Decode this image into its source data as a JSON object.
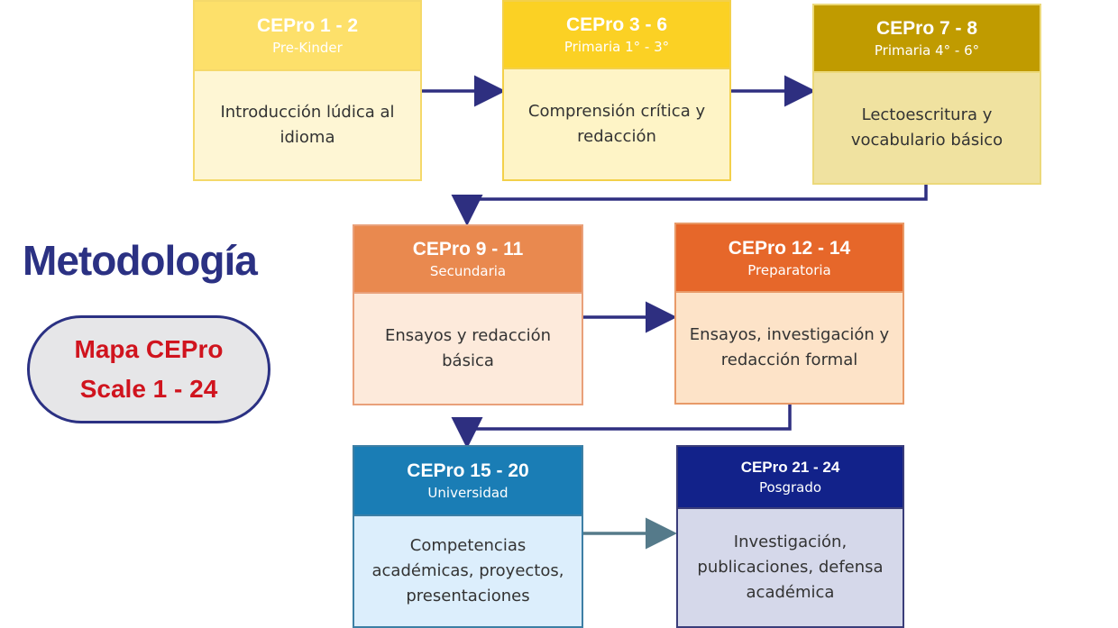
{
  "title": "Metodología",
  "badge": {
    "line1": "Mapa CEPro",
    "line2": "Scale 1 - 24"
  },
  "stages": [
    {
      "title": "CEPro 1 - 2",
      "subtitle": "Pre-Kinder",
      "description": "Introducción  lúdica al idioma",
      "header_color": "#fde06a",
      "body_color": "#fef6d4",
      "border_color": "#f5d96a"
    },
    {
      "title": "CEPro  3 - 6",
      "subtitle": "Primaria 1° - 3°",
      "description": "Comprensión crítica y redacción",
      "header_color": "#fbd124",
      "body_color": "#fef4c6",
      "border_color": "#f3d04a"
    },
    {
      "title": "CEPro 7 - 8",
      "subtitle": "Primaria 4° - 6°",
      "description": "Lectoescritura y vocabulario básico",
      "header_color": "#c09b00",
      "body_color": "#f0e2a0",
      "border_color": "#ecd97a"
    },
    {
      "title": "CEPro 9 - 11",
      "subtitle": "Secundaria",
      "description": "Ensayos y redacción básica",
      "header_color": "#e9894f",
      "body_color": "#fdeadb",
      "border_color": "#e9a07a"
    },
    {
      "title": "CEPro 12 - 14",
      "subtitle": "Preparatoria",
      "description": "Ensayos, investigación y redacción formal",
      "header_color": "#e6672a",
      "body_color": "#fde3c8",
      "border_color": "#e89a68"
    },
    {
      "title": "CEPro 15 - 20",
      "subtitle": "Universidad",
      "description": "Competencias académicas, proyectos, presentaciones",
      "header_color": "#1a7db5",
      "body_color": "#dceefc",
      "border_color": "#3d7fa5"
    },
    {
      "title": "CEPro 21 - 24",
      "subtitle": "Posgrado",
      "description": "Investigación, publicaciones, defensa académica",
      "header_color": "#12228a",
      "body_color": "#d5d8ea",
      "border_color": "#3a3d7a"
    }
  ],
  "arrow_color": "#2e2f80",
  "last_arrow_color": "#557a8a"
}
